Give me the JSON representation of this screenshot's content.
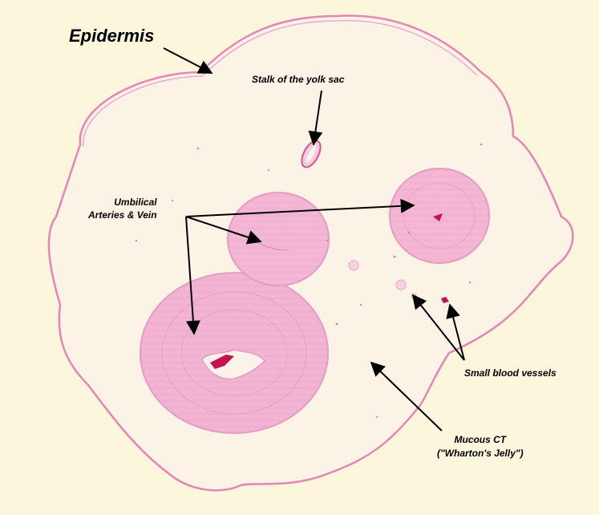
{
  "labels": {
    "epidermis": "Epidermis",
    "stalk": "Stalk of the yolk sac",
    "umbilical_line1": "Umbilical",
    "umbilical_line2": "Arteries & Vein",
    "small_vessels": "Small blood vessels",
    "mucous_line1": "Mucous CT",
    "mucous_line2": "(\"Wharton's Jelly\")"
  },
  "colors": {
    "background": "#fbf6dc",
    "tissue_fill": "#fbf3e6",
    "epidermis_pink": "#e685b6",
    "vessel_pink": "#f0b0d0",
    "vessel_stroke": "#e79bc2",
    "lumen_red": "#c4124e",
    "arrow": "#000000"
  }
}
